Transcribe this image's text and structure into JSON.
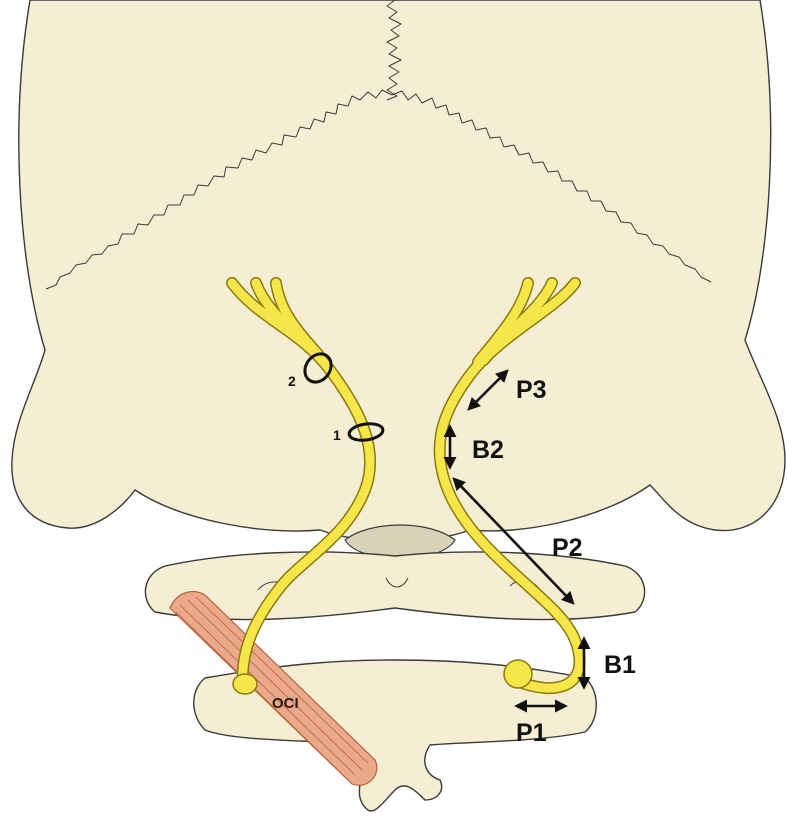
{
  "colors": {
    "bone": "#f6eed3",
    "bone_outline": "#3a3a3a",
    "nerve": "#f6e64a",
    "nerve_outline": "#8a7a10",
    "muscle": "#e9a98a",
    "muscle_line": "#b9603c",
    "foramen": "#d9d1b8",
    "arrow": "#111111"
  },
  "labels": {
    "segment_p1": "P1",
    "segment_b1": "B1",
    "segment_p2": "P2",
    "segment_b2": "B2",
    "segment_p3": "P3",
    "site_1": "1",
    "site_2": "2",
    "muscle": "OCI"
  },
  "icons": {
    "compression_site": "ellipse-ring-icon",
    "segment_arrow": "double-headed-arrow-icon"
  }
}
